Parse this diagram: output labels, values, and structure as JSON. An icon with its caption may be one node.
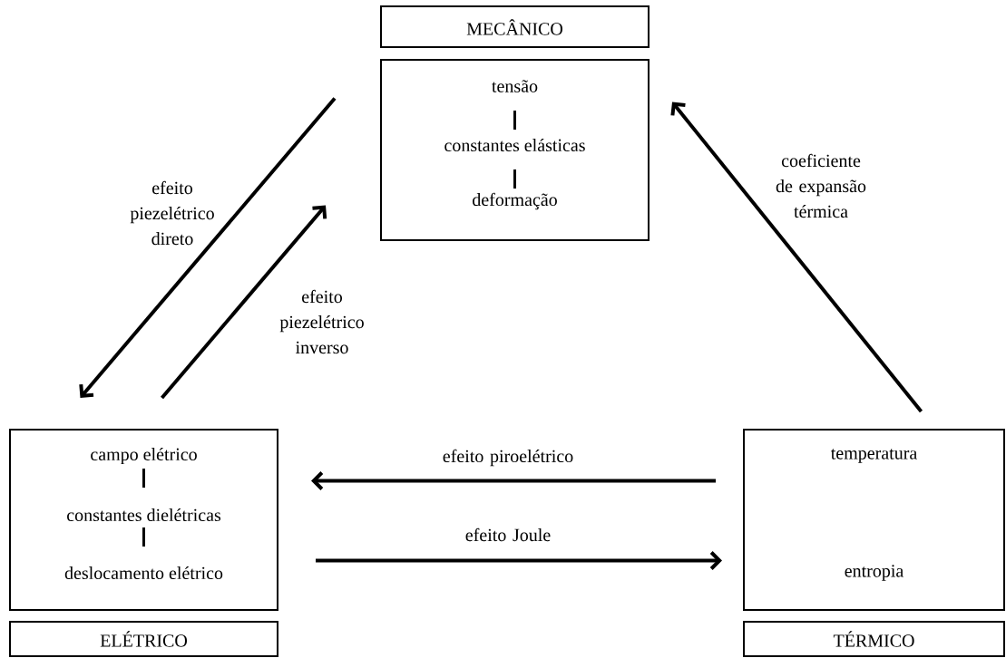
{
  "diagram": {
    "nodes": [
      {
        "text": [
          "MECÂNICO"
        ]
      },
      {
        "text": [
          "tensão",
          "constantes elásticas",
          "deformação"
        ]
      },
      {
        "text": [
          "campo elétrico",
          "constantes dielétricas",
          "deslocamento elétrico"
        ]
      },
      {
        "text": [
          "ELÉTRICO"
        ]
      },
      {
        "text": [
          "temperatura",
          "entropia"
        ]
      },
      {
        "text": [
          "TÉRMICO"
        ]
      }
    ],
    "edges": [
      {
        "from": 1,
        "to": 2,
        "arrow": "to",
        "label": "efeito piezelétrico direto"
      },
      {
        "from": 2,
        "to": 1,
        "arrow": "to",
        "label": "efeito piezelétrico inverso"
      },
      {
        "from": 4,
        "to": 1,
        "arrow": "to",
        "label": "coeficiente de expansão térmica"
      },
      {
        "from": 4,
        "to": 2,
        "arrow": "to",
        "label": "efeito piroelétrico"
      },
      {
        "from": 2,
        "to": 4,
        "arrow": "to",
        "label": "efeito Joule"
      }
    ]
  }
}
